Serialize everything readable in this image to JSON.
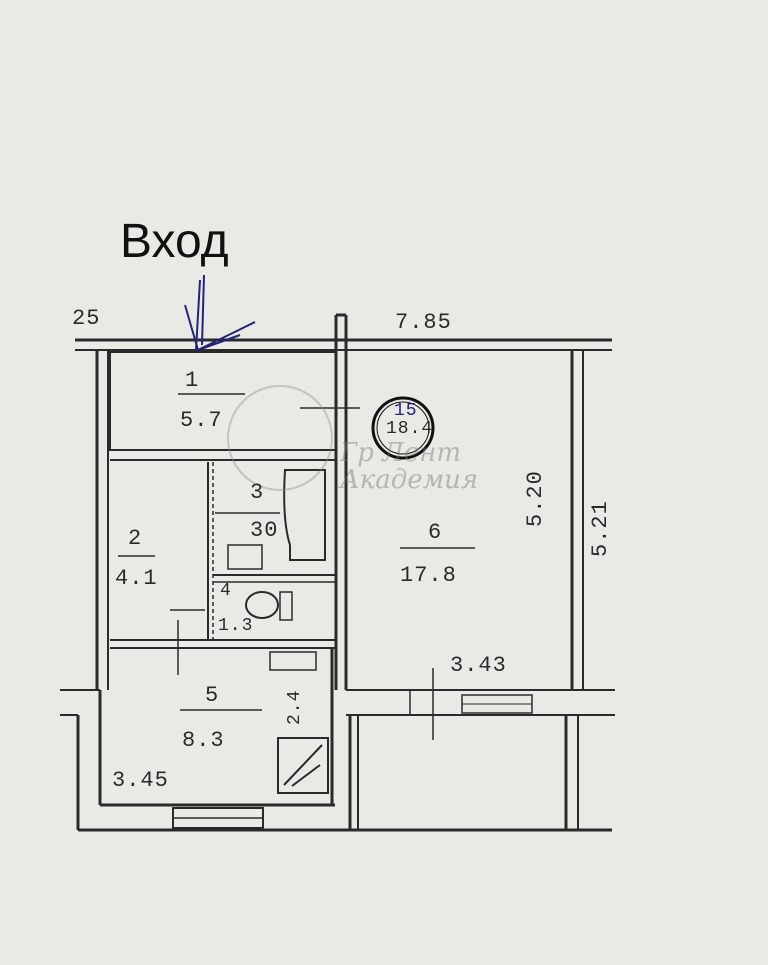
{
  "entrance_label": "Вход",
  "dimensions": {
    "top_left": "25",
    "top_right": "7.85",
    "room6_inner_height": "5.20",
    "right_outer_height": "5.21",
    "room6_width": "3.43",
    "room5_width": "3.45",
    "room5_side": "2.4"
  },
  "rooms": [
    {
      "number": "1",
      "area": "5.7"
    },
    {
      "number": "2",
      "area": "4.1"
    },
    {
      "number": "3",
      "area": "30"
    },
    {
      "number": "4",
      "area": "1.3"
    },
    {
      "number": "5",
      "area": "8.3"
    },
    {
      "number": "6",
      "area": "17.8"
    }
  ],
  "circled_mark": "18.4",
  "circled_note": "15",
  "watermark": [
    "Гр Лент",
    "Академия"
  ],
  "colors": {
    "paper": "#e9e9e5",
    "wall": "#2a2a2a",
    "handwriting": "#23237a"
  }
}
